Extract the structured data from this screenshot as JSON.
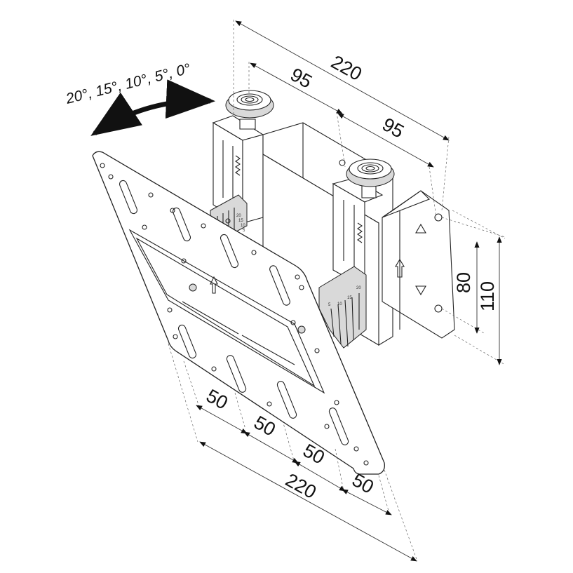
{
  "diagram": {
    "angle_label": "20°, 15°, 10°, 5°, 0°",
    "top_dimensions": {
      "overall_width": "220",
      "left_span": "95",
      "right_span": "95"
    },
    "side_dimensions": {
      "inner_height": "80",
      "outer_height": "110"
    },
    "bottom_dimensions": {
      "span_1": "50",
      "span_2": "50",
      "span_3": "50",
      "span_4": "50",
      "overall_width": "220"
    },
    "scale_marks": {
      "upper": [
        "20",
        "15",
        "10",
        "5"
      ],
      "lower": [
        "5",
        "10",
        "15",
        "20"
      ]
    }
  }
}
